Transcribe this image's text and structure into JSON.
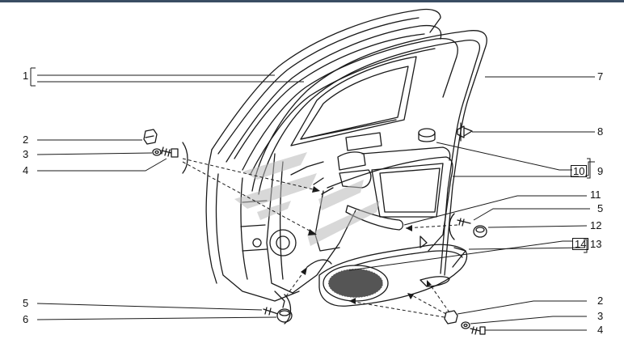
{
  "diagram": {
    "callouts": {
      "left": {
        "c1": "1",
        "c2": "2",
        "c3": "3",
        "c4": "4",
        "c5": "5",
        "c6": "6"
      },
      "right": {
        "c7": "7",
        "c8": "8",
        "c9": "9",
        "c10": "10",
        "c11": "11",
        "c5": "5",
        "c12": "12",
        "c13": "13",
        "c14": "14",
        "c2": "2",
        "c3": "3",
        "c4": "4"
      }
    },
    "colors": {
      "ink": "#1a1a1a",
      "frame": "#3a4d63",
      "watermark": "#b9b9b9"
    }
  }
}
